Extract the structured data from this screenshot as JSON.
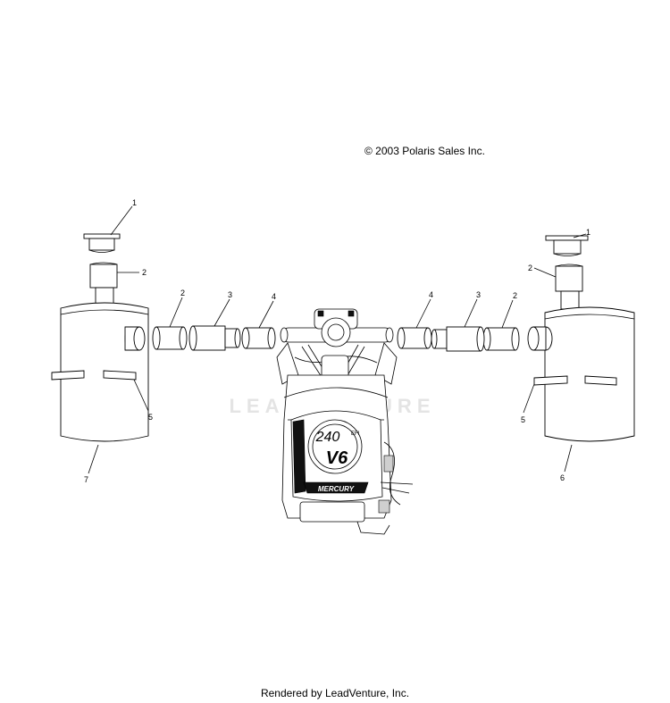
{
  "copyright": "© 2003 Polaris Sales Inc.",
  "footer": "Rendered by LeadVenture, Inc.",
  "watermark": "LEADVENTURE",
  "engine": {
    "badge_top": "240",
    "badge_small": "EFI",
    "badge_bottom": "V6",
    "brand": "MERCURY"
  },
  "callouts": {
    "c1_left": "1",
    "c2_left_upper": "2",
    "c2_left_tube": "2",
    "c3_left": "3",
    "c4_left": "4",
    "c5_left": "5",
    "c7": "7",
    "c1_right": "1",
    "c2_right_upper": "2",
    "c2_right_tube": "2",
    "c3_right": "3",
    "c4_right": "4",
    "c5_right": "5",
    "c6": "6"
  }
}
